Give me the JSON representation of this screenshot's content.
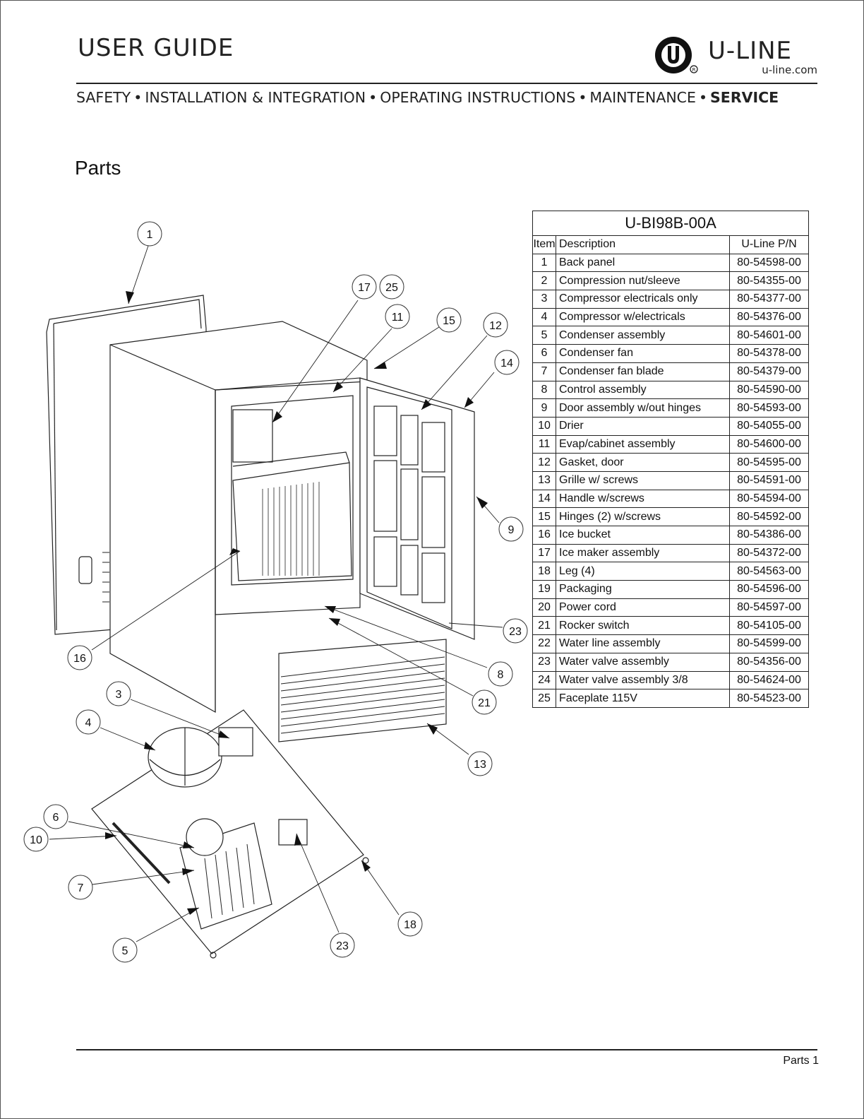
{
  "header": {
    "title": "USER GUIDE",
    "logo_name": "U-LINE",
    "logo_url": "u-line.com",
    "sections": [
      {
        "label": "SAFETY",
        "active": false
      },
      {
        "label": "INSTALLATION & INTEGRATION",
        "active": false
      },
      {
        "label": "OPERATING INSTRUCTIONS",
        "active": false
      },
      {
        "label": "MAINTENANCE",
        "active": false
      },
      {
        "label": "SERVICE",
        "active": true
      }
    ],
    "separator": "•"
  },
  "page": {
    "heading": "Parts",
    "footer": "Parts 1"
  },
  "diagram": {
    "callouts": [
      "1",
      "17",
      "25",
      "11",
      "15",
      "12",
      "14",
      "9",
      "23",
      "8",
      "21",
      "13",
      "16",
      "3",
      "4",
      "6",
      "10",
      "7",
      "5",
      "23",
      "18"
    ]
  },
  "parts_table": {
    "model": "U-BI98B-00A",
    "columns": [
      "Item",
      "Description",
      "U-Line P/N"
    ],
    "rows": [
      [
        "1",
        "Back panel",
        "80-54598-00"
      ],
      [
        "2",
        "Compression nut/sleeve",
        "80-54355-00"
      ],
      [
        "3",
        "Compressor electricals only",
        "80-54377-00"
      ],
      [
        "4",
        "Compressor w/electricals",
        "80-54376-00"
      ],
      [
        "5",
        "Condenser assembly",
        "80-54601-00"
      ],
      [
        "6",
        "Condenser fan",
        "80-54378-00"
      ],
      [
        "7",
        "Condenser fan blade",
        "80-54379-00"
      ],
      [
        "8",
        "Control assembly",
        "80-54590-00"
      ],
      [
        "9",
        "Door assembly w/out hinges",
        "80-54593-00"
      ],
      [
        "10",
        "Drier",
        "80-54055-00"
      ],
      [
        "11",
        "Evap/cabinet assembly",
        "80-54600-00"
      ],
      [
        "12",
        "Gasket, door",
        "80-54595-00"
      ],
      [
        "13",
        "Grille w/ screws",
        "80-54591-00"
      ],
      [
        "14",
        "Handle w/screws",
        "80-54594-00"
      ],
      [
        "15",
        "Hinges (2) w/screws",
        "80-54592-00"
      ],
      [
        "16",
        "Ice bucket",
        "80-54386-00"
      ],
      [
        "17",
        "Ice maker assembly",
        "80-54372-00"
      ],
      [
        "18",
        "Leg (4)",
        "80-54563-00"
      ],
      [
        "19",
        "Packaging",
        "80-54596-00"
      ],
      [
        "20",
        "Power cord",
        "80-54597-00"
      ],
      [
        "21",
        "Rocker switch",
        "80-54105-00"
      ],
      [
        "22",
        "Water line assembly",
        "80-54599-00"
      ],
      [
        "23",
        "Water valve assembly",
        "80-54356-00"
      ],
      [
        "24",
        "Water valve assembly 3/8",
        "80-54624-00"
      ],
      [
        "25",
        "Faceplate 115V",
        "80-54523-00"
      ]
    ]
  }
}
